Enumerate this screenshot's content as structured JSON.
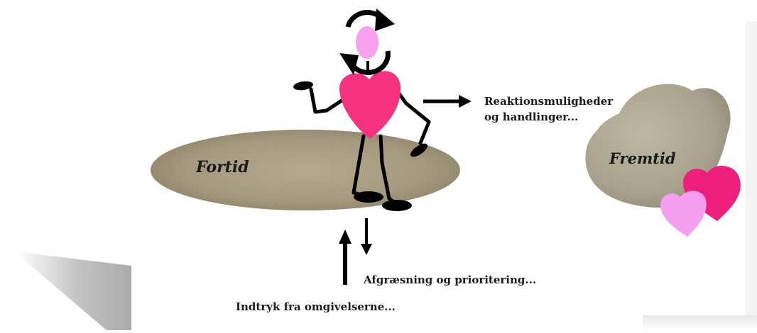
{
  "labels": {
    "past": "Fortid",
    "future": "Fremtid",
    "reactions_line1": "Reaktionsmuligheder",
    "reactions_line2": "og handlinger...",
    "delimitation": "Afgræsning og prioritering...",
    "impressions": "Indtryk fra omgivelserne..."
  },
  "colors": {
    "past_ellipse": "#a59a80",
    "future_stone": "#a8a28c",
    "body_heart": "#f4327f",
    "head": "#f7a0f0",
    "small_heart_pink": "#f49ef0",
    "small_heart_magenta": "#ee1e7c",
    "ink": "#000000",
    "shadow": "#9a9a9a"
  },
  "icons": {
    "rotation": "circular-arrows-icon",
    "figure": "heart-stick-figure",
    "future_stone": "heart-stone-icon"
  }
}
